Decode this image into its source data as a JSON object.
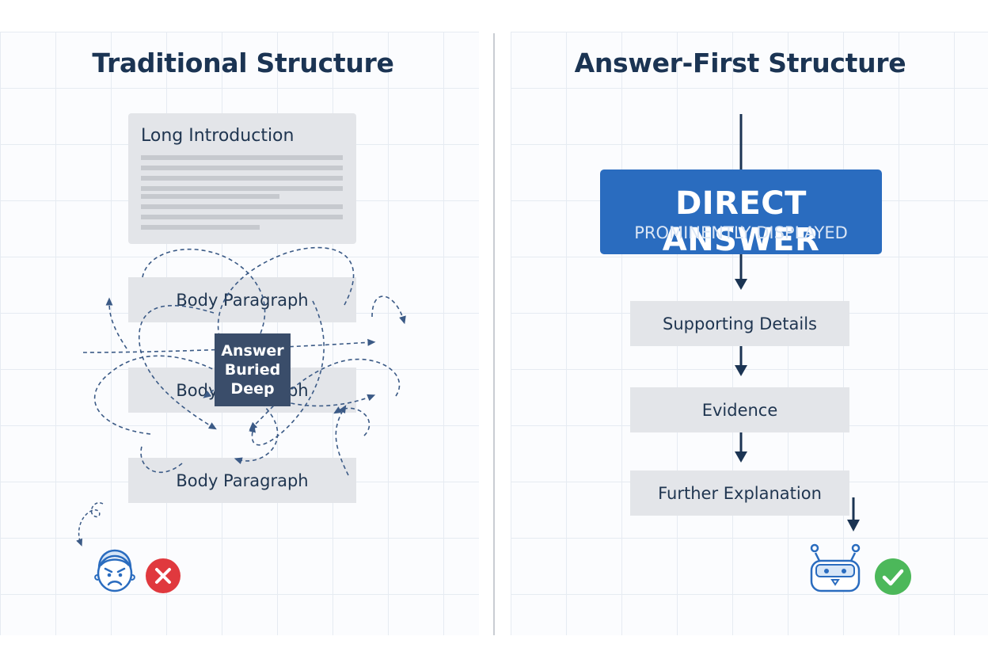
{
  "left": {
    "title": "Traditional Structure",
    "intro_label": "Long Introduction",
    "paragraph_1": "Body Paragraph",
    "paragraph_2": "Body Paragraph",
    "paragraph_3": "Body Paragraph",
    "buried_line_1": "Answer",
    "buried_line_2": "Buried",
    "buried_line_3": "Deep",
    "face_icon": "frustrated-face-icon",
    "status_icon": "red-x-icon"
  },
  "right": {
    "title": "Answer-First Structure",
    "direct_main": "DIRECT ANSWER",
    "direct_sub": "PROMINENTLY DISPLAYED",
    "step_1": "Supporting Details",
    "step_2": "Evidence",
    "step_3": "Further Explanation",
    "robot_icon": "robot-icon",
    "status_icon": "green-check-icon"
  },
  "colors": {
    "navy": "#1b3453",
    "accent_blue": "#2a6cbf",
    "box_gray": "#e3e5e9",
    "buried_box": "#3a4d6a",
    "error_red": "#e0393e",
    "success_green": "#4cb85a"
  }
}
